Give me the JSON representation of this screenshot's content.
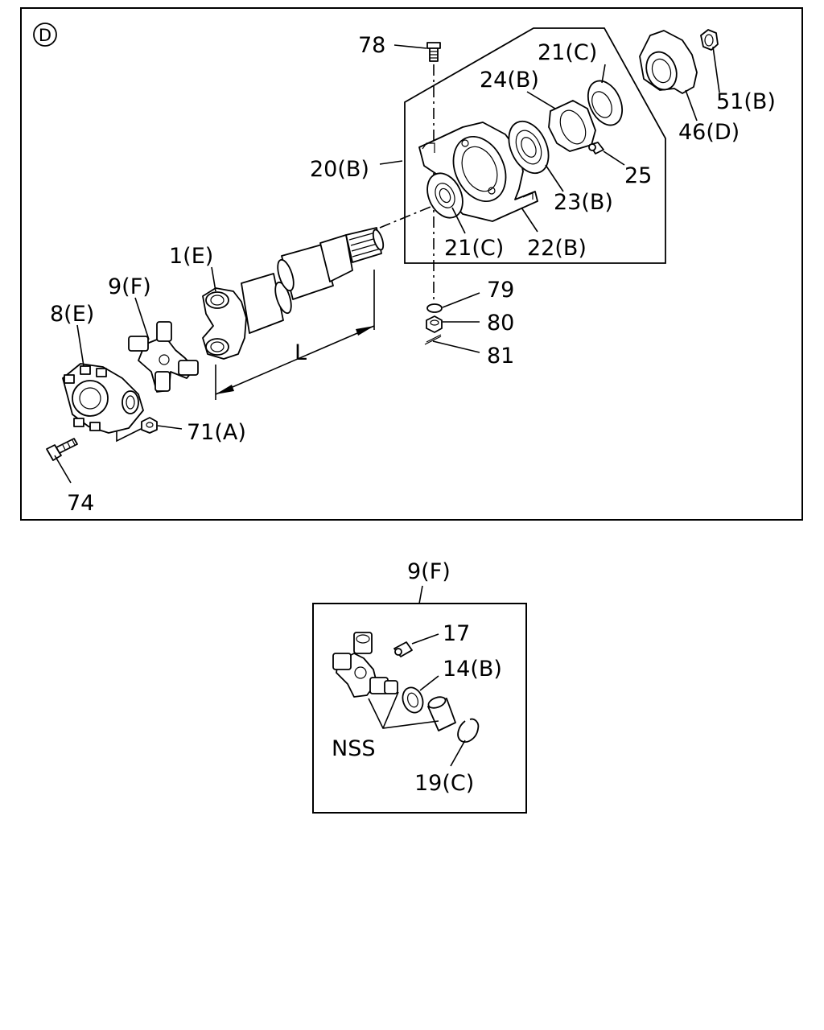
{
  "section_marker": "D",
  "main_panel": {
    "labels": {
      "p78": "78",
      "p21c_top": "21(C)",
      "p24b": "24(B)",
      "p51b": "51(B)",
      "p46d": "46(D)",
      "p20b": "20(B)",
      "p25": "25",
      "p23b": "23(B)",
      "p21c_bottom": "21(C)",
      "p22b": "22(B)",
      "p1e": "1(E)",
      "p9f": "9(F)",
      "p8e": "8(E)",
      "p79": "79",
      "p80": "80",
      "p81": "81",
      "dim_l": "L",
      "p71a": "71(A)",
      "p74": "74"
    }
  },
  "detail_panel": {
    "title": "9(F)",
    "labels": {
      "p17": "17",
      "p14b": "14(B)",
      "nss": "NSS",
      "p19c": "19(C)"
    }
  }
}
